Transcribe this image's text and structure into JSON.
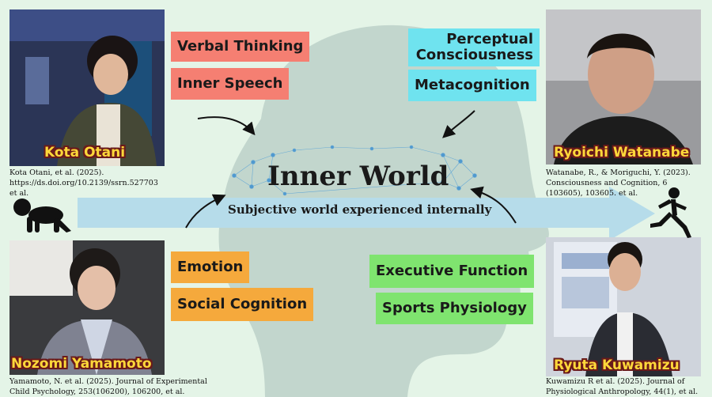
{
  "center": {
    "title": "Inner World",
    "subtitle": "Subjective world experienced internally"
  },
  "topics": {
    "verbal_thinking": "Verbal Thinking",
    "inner_speech": "Inner Speech",
    "perceptual_consciousness": "Perceptual\nConsciousness",
    "metacognition": "Metacognition",
    "emotion": "Emotion",
    "social_cognition": "Social Cognition",
    "executive_function": "Executive Function",
    "sports_physiology": "Sports Physiology"
  },
  "people": {
    "top_left": {
      "name": "Kota Otani",
      "citation": "Kota Otani, et al. (2025).\nhttps://ds.doi.org/10.2139/ssrn.527703\net al."
    },
    "top_right": {
      "name": "Ryoichi Watanabe",
      "citation": "Watanabe, R., & Moriguchi, Y. (2023).\nConsciousness and Cognition, 6\n(103605), 103605. et al."
    },
    "bottom_left": {
      "name": "Nozomi Yamamoto",
      "citation": "Yamamoto, N. et al. (2025). Journal of Experimental\nChild Psychology, 253(106200), 106200, et al."
    },
    "bottom_right": {
      "name": "Ryuta Kuwamizu",
      "citation": "Kuwamizu R et al. (2025). Journal of\nPhysiological Anthropology, 44(1), et al."
    }
  },
  "colors": {
    "background": "#e4f4e7",
    "head": "#c2d6cd",
    "arrow": "#b6dcea",
    "verbal_tags": "#f57f72",
    "perception_tags": "#6fe3ef",
    "emotion_tags": "#f5a93c",
    "executive_tags": "#7fe46f",
    "name_text": "#ffd83a"
  }
}
